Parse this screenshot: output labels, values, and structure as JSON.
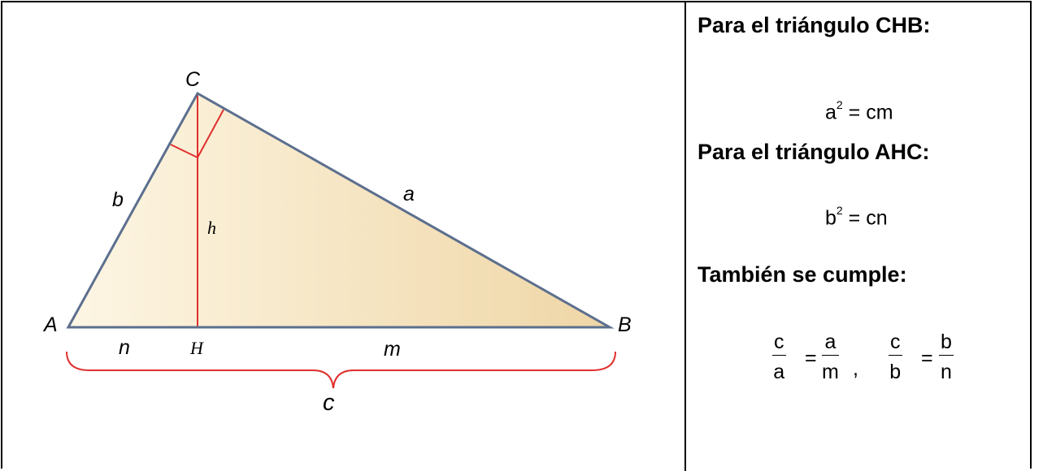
{
  "figure": {
    "vertices": {
      "A": "A",
      "B": "B",
      "C": "C",
      "H": "H"
    },
    "sides": {
      "a": "a",
      "b": "b",
      "c": "c",
      "h": "h",
      "m": "m",
      "n": "n"
    },
    "colors": {
      "outline": "#5c6f8e",
      "construction": "#e0302e",
      "fill_light": "#fbf3dd",
      "fill_dark": "#efd7a8"
    }
  },
  "panel": {
    "heading1": "Para el triángulo CHB:",
    "formula1": {
      "base": "a",
      "exp": "2",
      "rest": " = cm"
    },
    "heading2": "Para el triángulo AHC:",
    "formula2": {
      "base": "b",
      "exp": "2",
      "rest": " = cn"
    },
    "heading3": "También se cumple:",
    "frac1": {
      "num": "c",
      "den": "a"
    },
    "eq1": "=",
    "frac2": {
      "num": "a",
      "den": "m"
    },
    "sep": ",",
    "frac3": {
      "num": "c",
      "den": "b"
    },
    "eq2": "=",
    "frac4": {
      "num": "b",
      "den": "n"
    }
  }
}
